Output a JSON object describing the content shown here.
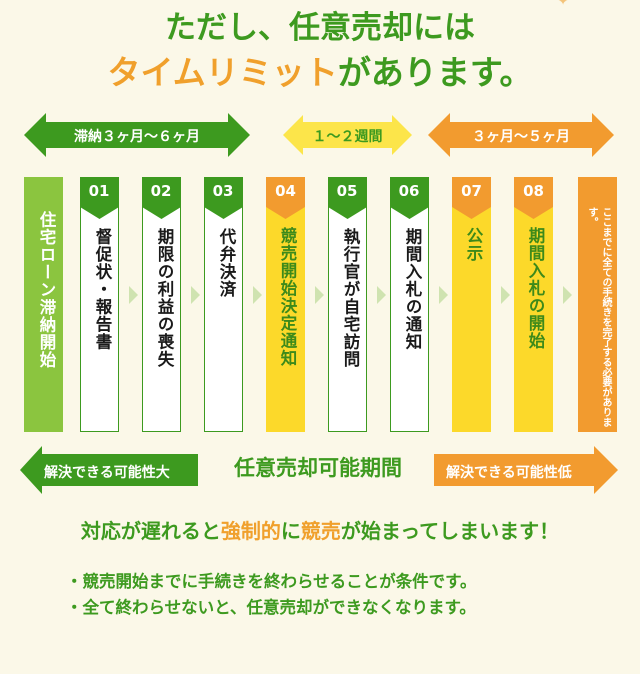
{
  "title": {
    "line1": "ただし、任意売却には",
    "line2_highlight": "タイムリミット",
    "line2_rest": "があります。"
  },
  "periods": [
    {
      "label": "滞納３ヶ月〜６ヶ月",
      "color": "#3d9a1f"
    },
    {
      "label": "１〜２週間",
      "color": "#fce54a"
    },
    {
      "label": "３ヶ月〜５ヶ月",
      "color": "#f29b2f"
    }
  ],
  "start": {
    "label": "住宅ローン滞納開始"
  },
  "steps": [
    {
      "num": "01",
      "label": "督促状・報告書",
      "style": "green"
    },
    {
      "num": "02",
      "label": "期限の利益の喪失",
      "style": "green"
    },
    {
      "num": "03",
      "label": "代弁決済",
      "style": "green"
    },
    {
      "num": "04",
      "label": "競売開始決定通知",
      "style": "yellow"
    },
    {
      "num": "05",
      "label": "執行官が自宅訪問",
      "style": "green"
    },
    {
      "num": "06",
      "label": "期間入札の通知",
      "style": "green"
    },
    {
      "num": "07",
      "label": "公示",
      "style": "yellow"
    },
    {
      "num": "08",
      "label": "期間入札の開始",
      "style": "yellow"
    }
  ],
  "end": {
    "label": "ここまでに全ての手続きを完了する必要があります。"
  },
  "bottom": {
    "left": "解決できる可能性大",
    "center": "任意売却可能期間",
    "right": "解決できる可能性低"
  },
  "warning": {
    "part1": "対応が遅れると",
    "hl1": "強制的",
    "part2": "に",
    "hl2": "競売",
    "part3": "が始まってしまいます！"
  },
  "notes": [
    "・競売開始までに手続きを終わらせることが条件です。",
    "・全て終わらせないと、任意売却ができなくなります。"
  ],
  "colors": {
    "green": "#3d9a1f",
    "light_green": "#8bc53f",
    "orange": "#f29b2f",
    "yellow": "#fcd92a",
    "background": "#fbf8e8"
  }
}
